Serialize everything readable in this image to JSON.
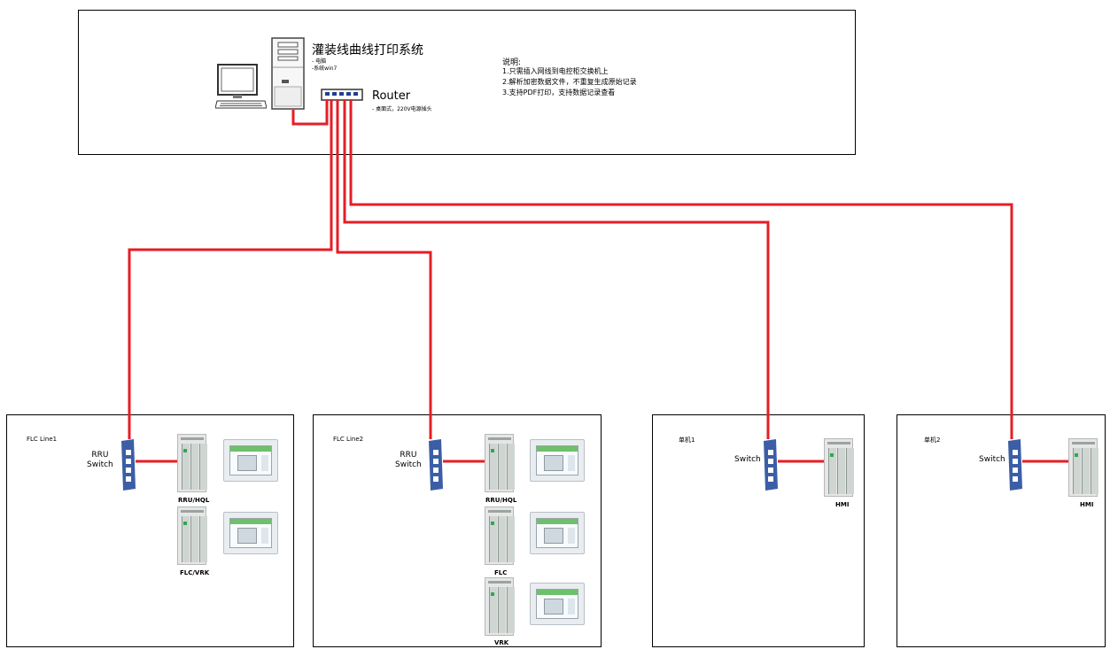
{
  "top": {
    "title": "灌装线曲线打印系统",
    "pc_notes": [
      "- 电脑",
      "-系统win7"
    ],
    "router_label": "Router",
    "router_note": "- 桌面式，220V电源插头",
    "desc_heading": "说明:",
    "desc_items": [
      "1.只需插入网线到电控柜交换机上",
      "2.解析加密数据文件，不重复生成原始记录",
      "3.支持PDF打印，支持数据记录查看"
    ]
  },
  "panels": [
    {
      "title": "FLC Line1",
      "switch_label": "RRU\nSwitch",
      "device_labels": [
        "RRU/HQL",
        "FLC/VRK"
      ]
    },
    {
      "title": "FLC Line2",
      "switch_label": "RRU\nSwitch",
      "device_labels": [
        "RRU/HQL",
        "FLC",
        "VRK"
      ]
    },
    {
      "title": "单机1",
      "switch_label": "Switch",
      "device_labels": [
        "HMI"
      ]
    },
    {
      "title": "单机2",
      "switch_label": "Switch",
      "device_labels": [
        "HMI"
      ]
    }
  ],
  "colors": {
    "cable": "#e41e26",
    "switch_body": "#3b5ea6"
  },
  "icons": [
    "computer-monitor-icon",
    "pc-tower-icon",
    "router-icon",
    "switch-icon",
    "plc-icon",
    "hmi-icon"
  ]
}
